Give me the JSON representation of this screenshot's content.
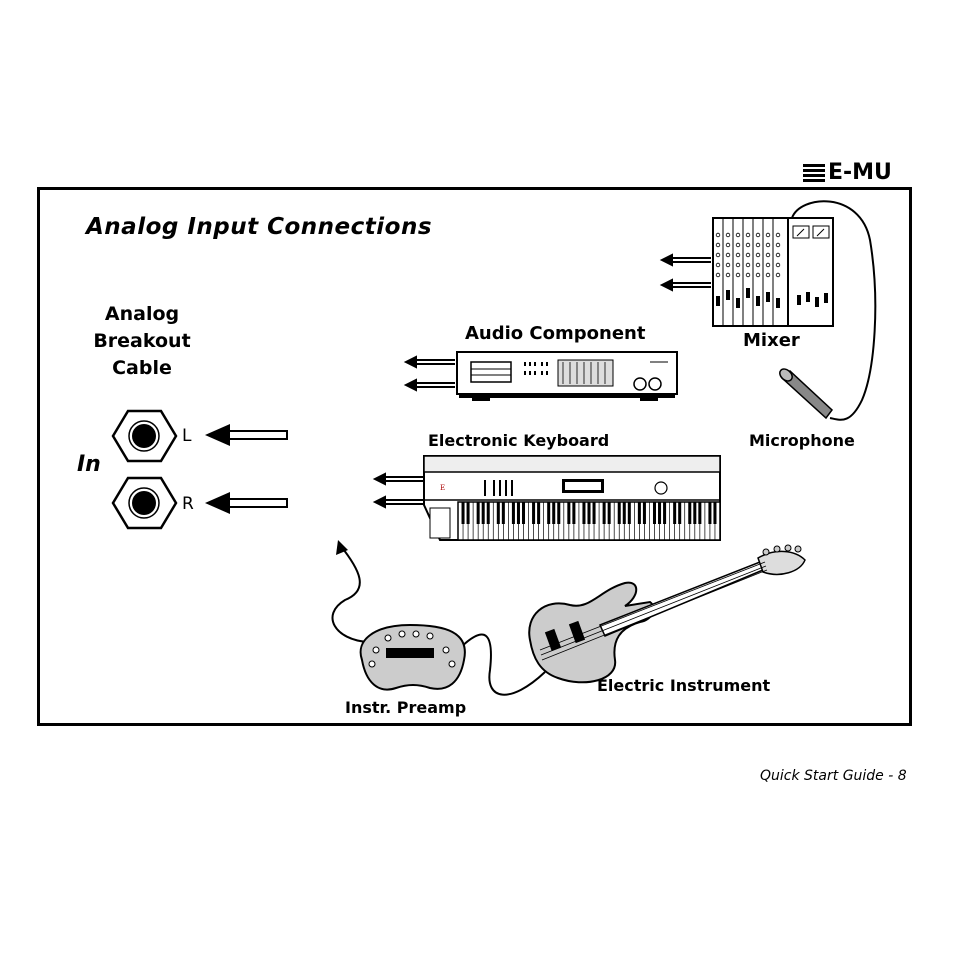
{
  "logo": {
    "text": "E-MU"
  },
  "title": "Analog Input Connections",
  "breakout": {
    "line1": "Analog",
    "line2": "Breakout",
    "line3": "Cable"
  },
  "inputs": {
    "group_label": "In",
    "left": "L",
    "right": "R"
  },
  "devices": {
    "audio_component": "Audio Component",
    "mixer": "Mixer",
    "microphone": "Microphone",
    "keyboard": "Electronic Keyboard",
    "electric_instrument": "Electric Instrument",
    "preamp": "Instr. Preamp"
  },
  "footer": "Quick Start Guide - 8"
}
